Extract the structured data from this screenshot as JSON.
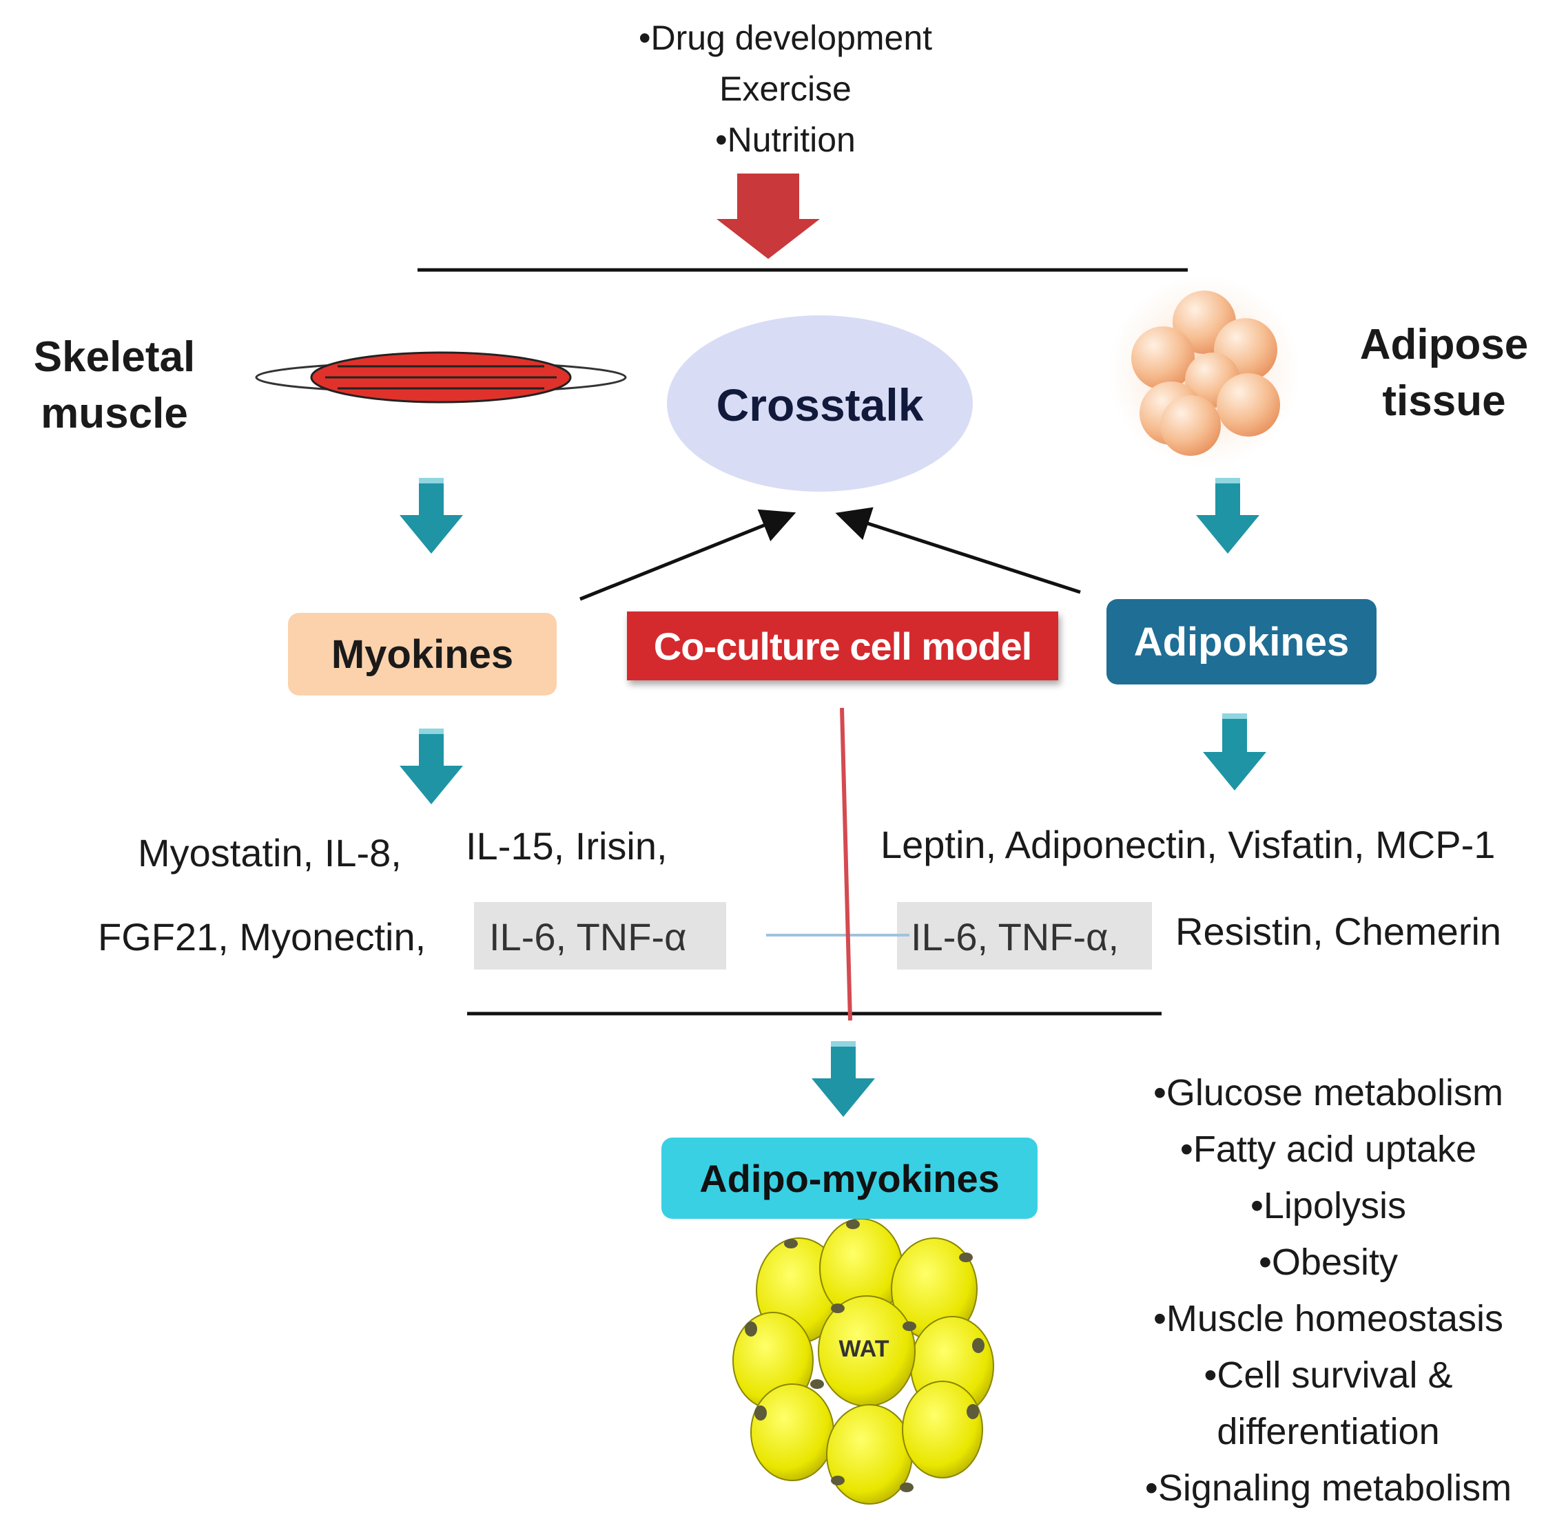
{
  "inputs": {
    "item1": "•Drug  development",
    "item2": "Exercise",
    "item3": "•Nutrition"
  },
  "skeletal_muscle": {
    "line1": "Skeletal",
    "line2": "muscle"
  },
  "adipose_tissue": {
    "line1": "Adipose",
    "line2": "tissue"
  },
  "crosstalk": "Crosstalk",
  "myokines": "Myokines",
  "coculture": "Co-culture cell model",
  "adipokines": "Adipokines",
  "myokine_list": {
    "row1a": "Myostatin, IL-8,",
    "row1b": "IL-15, Irisin,",
    "row2a": "FGF21, Myonectin,",
    "row2b": "IL-6, TNF-α"
  },
  "adipokine_list": {
    "row1": "Leptin, Adiponectin, Visfatin, MCP-1",
    "row2a": "IL-6, TNF-α,",
    "row2b": "Resistin, Chemerin"
  },
  "adipo_myokines": "Adipo-myokines",
  "wat": "WAT",
  "outcomes": [
    "•Glucose metabolism",
    "•Fatty acid uptake",
    "•Lipolysis",
    "•Obesity",
    "•Muscle homeostasis",
    "•Cell survival &",
    "differentiation",
    "•Signaling metabolism"
  ],
  "colors": {
    "red_arrow": "#c9383a",
    "teal_arrow": "#1e94a5",
    "myokines_box": "#fbd2ac",
    "coculture_box": "#d42a2e",
    "adipokines_box": "#1f6e95",
    "adipo_myokines_box": "#3ad0e4",
    "crosstalk_ellipse": "#d9dcf5",
    "wat_fat": "#f2f000"
  }
}
